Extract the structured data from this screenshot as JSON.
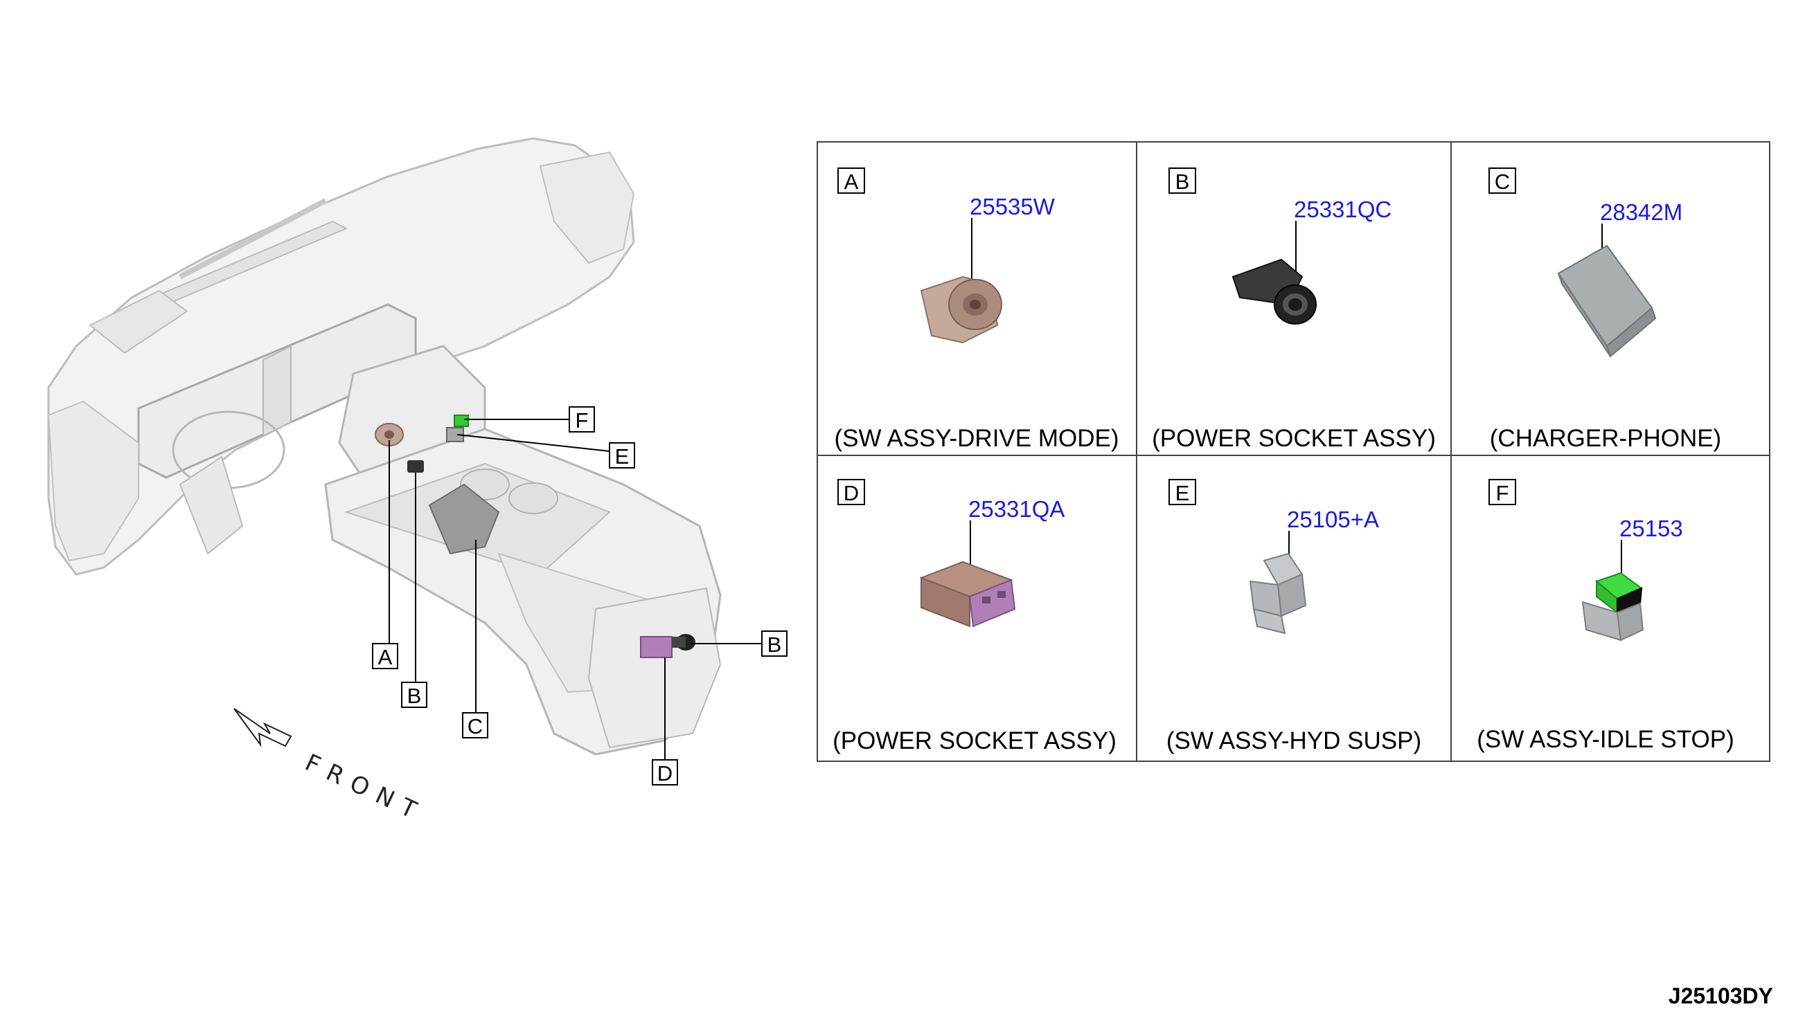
{
  "overview": {
    "callouts": [
      {
        "letter": "A"
      },
      {
        "letter": "B"
      },
      {
        "letter": "C"
      },
      {
        "letter": "D"
      },
      {
        "letter": "B"
      },
      {
        "letter": "E"
      },
      {
        "letter": "F"
      }
    ],
    "front_label": "FRONT"
  },
  "parts": [
    {
      "letter": "A",
      "part_number": "25535W",
      "description": "(SW ASSY-DRIVE MODE)"
    },
    {
      "letter": "B",
      "part_number": "25331QC",
      "description": "(POWER SOCKET ASSY)"
    },
    {
      "letter": "C",
      "part_number": "28342M",
      "description": "(CHARGER-PHONE)"
    },
    {
      "letter": "D",
      "part_number": "25331QA",
      "description": "(POWER SOCKET ASSY)"
    },
    {
      "letter": "E",
      "part_number": "25105+A",
      "description": "(SW ASSY-HYD SUSP)"
    },
    {
      "letter": "F",
      "part_number": "25153",
      "description": "(SW ASSY-IDLE STOP)"
    }
  ],
  "diagram_code": "J25103DY",
  "colors": {
    "part_number": "#1a1adc",
    "idle_stop_switch": "#33cc33",
    "power_socket_qa": "#b07fb8",
    "drive_mode_switch": "#b89a8c"
  }
}
